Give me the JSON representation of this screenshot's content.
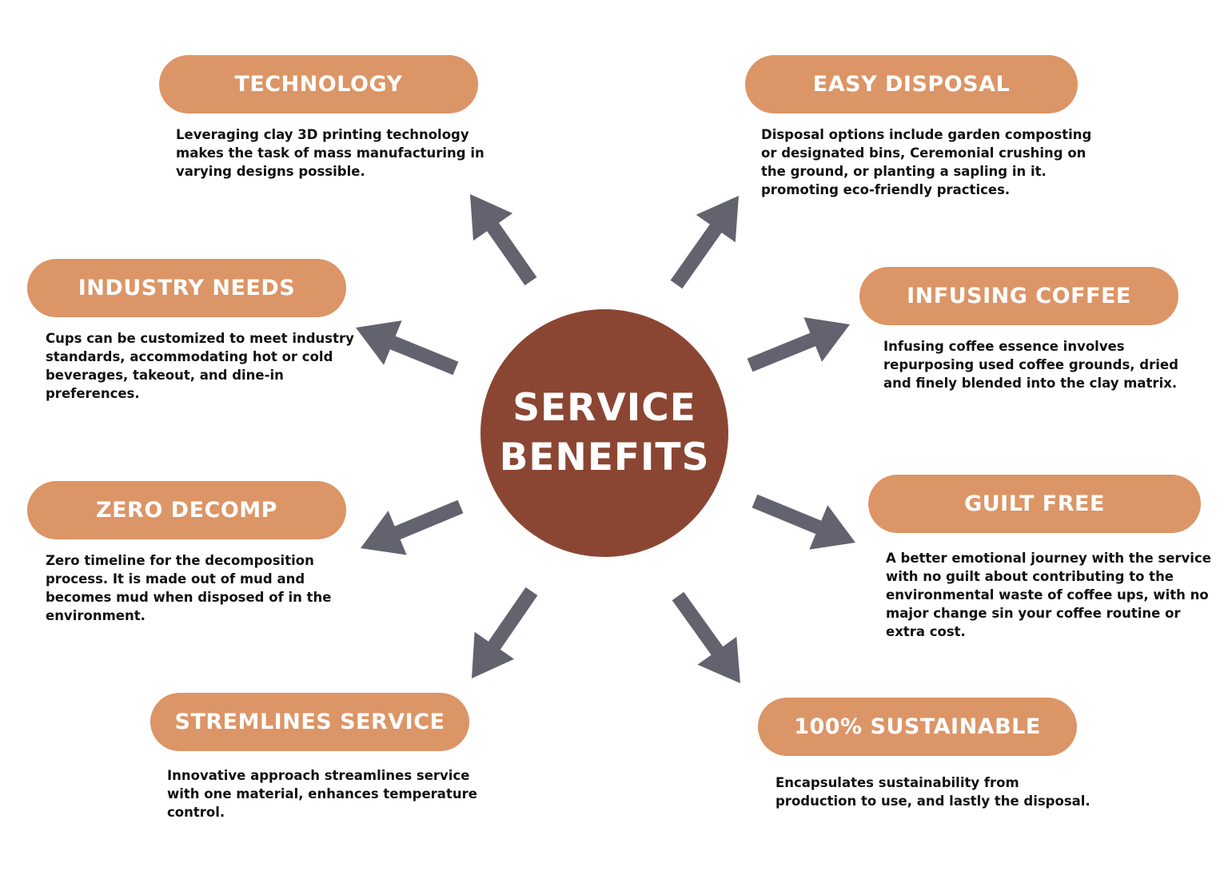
{
  "center": {
    "line1": "SERVICE",
    "line2": "BENEFITS"
  },
  "benefits": [
    {
      "title": "TECHNOLOGY",
      "lines": [
        "Leveraging clay 3D printing technology",
        "makes the task of mass manufacturing in",
        "varying designs possible."
      ]
    },
    {
      "title": "EASY DISPOSAL",
      "lines": [
        "Disposal options include garden composting",
        "or designated bins, Ceremonial crushing on",
        "the ground, or planting a sapling in it.",
        "promoting eco-friendly practices."
      ]
    },
    {
      "title": "INDUSTRY NEEDS",
      "lines": [
        "Cups can be customized to meet industry",
        "standards, accommodating hot or cold",
        "beverages, takeout, and dine-in",
        "preferences."
      ]
    },
    {
      "title": "INFUSING COFFEE",
      "lines": [
        "Infusing coffee essence involves",
        "repurposing used coffee grounds, dried",
        "and finely blended into the clay matrix."
      ]
    },
    {
      "title": "ZERO DECOMP",
      "lines": [
        "Zero timeline for the decomposition",
        "process. It is made out of mud and",
        "becomes mud when disposed of in the",
        "environment."
      ]
    },
    {
      "title": "GUILT FREE",
      "lines": [
        "A better emotional journey with the service",
        "with no guilt about contributing to the",
        "environmental waste of coffee ups, with no",
        "major change sin your coffee routine or",
        "extra cost."
      ]
    },
    {
      "title": "STREMLINES SERVICE",
      "lines": [
        "Innovative approach streamlines service",
        "with one material, enhances temperature",
        "control."
      ]
    },
    {
      "title": "100% SUSTAINABLE",
      "lines": [
        "Encapsulates sustainability from",
        "production to use, and lastly the disposal."
      ]
    }
  ],
  "colors": {
    "pill": "#dc9566",
    "center": "#8b4633",
    "arrow": "#63636f",
    "text": "#111111"
  }
}
